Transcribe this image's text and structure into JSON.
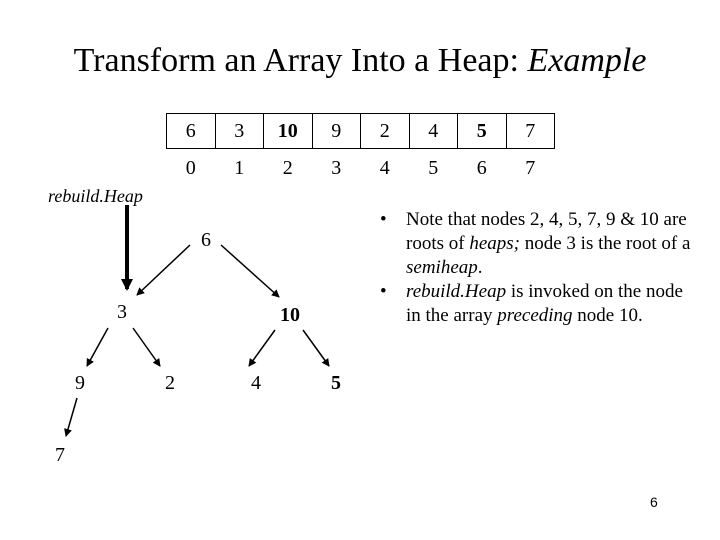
{
  "title": {
    "main": "Transform an Array Into a Heap: ",
    "emph": "Example"
  },
  "array": {
    "values": [
      "6",
      "3",
      "10",
      "9",
      "2",
      "4",
      "5",
      "7"
    ],
    "indices": [
      "0",
      "1",
      "2",
      "3",
      "4",
      "5",
      "6",
      "7"
    ]
  },
  "rebuild_label": "rebuild.Heap",
  "tree": {
    "n0": "6",
    "n1": "3",
    "n2": "10",
    "n3": "9",
    "n4": "2",
    "n5": "4",
    "n6": "5",
    "n7": "7"
  },
  "notes": {
    "b1_a": "Note that nodes 2, 4, 5, 7, 9 & 10 are roots of ",
    "b1_heaps": "heaps;",
    "b1_b": " node 3 is the root of a ",
    "b1_semiheap": "semiheap",
    "b1_c": ".",
    "b2_rebuild": "rebuild.Heap",
    "b2_a": " is invoked on the node in the array ",
    "b2_preceding": "preceding",
    "b2_b": " node 10.",
    "bullet": "•"
  },
  "page_number": "6"
}
